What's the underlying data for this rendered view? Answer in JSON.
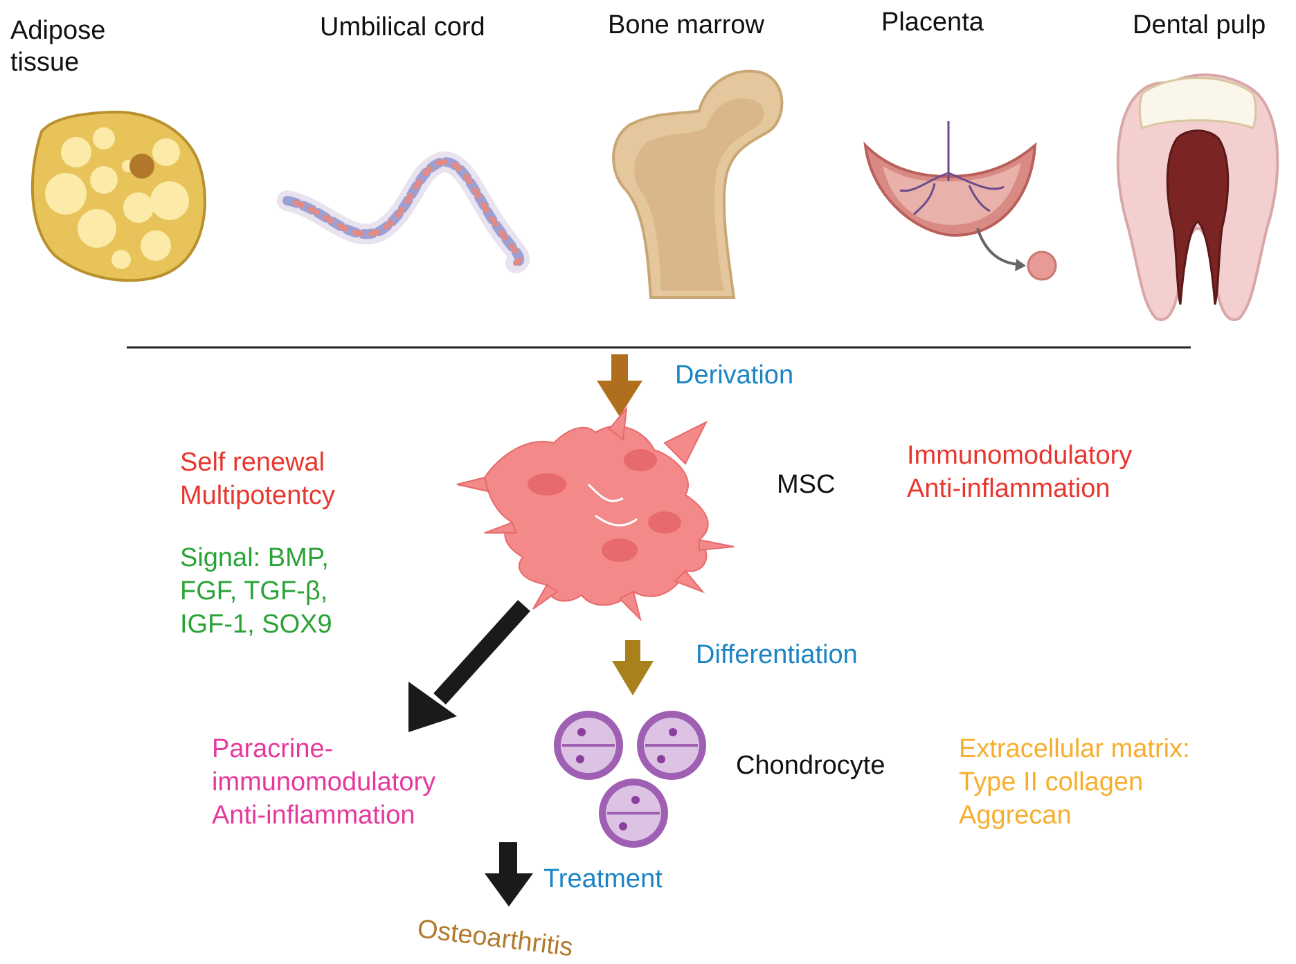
{
  "sources": {
    "adipose": [
      "Adipose",
      "tissue"
    ],
    "umbilical": "Umbilical cord",
    "bone": "Bone marrow",
    "placenta": "Placenta",
    "dental": "Dental pulp"
  },
  "flow": {
    "derivation": "Derivation",
    "differentiation": "Differentiation",
    "treatment": "Treatment"
  },
  "msc": {
    "label": "MSC",
    "left_props": [
      "Self renewal",
      "Multipotentcy"
    ],
    "signals": [
      "Signal: BMP,",
      "FGF, TGF-β,",
      "IGF-1, SOX9"
    ],
    "right_props": [
      "Immunomodulatory",
      "Anti-inflammation"
    ]
  },
  "paracrine": [
    "Paracrine-",
    "immunomodulatory",
    "Anti-inflammation"
  ],
  "chondrocyte": {
    "label": "Chondrocyte",
    "ecm": [
      "Extracellular matrix:",
      "Type II collagen",
      "Aggrecan"
    ]
  },
  "outcome": "Osteoarthritis",
  "colors": {
    "blue_label": "#1a84c4",
    "red_label": "#e8362f",
    "green_label": "#2aa336",
    "pink_label": "#e6389d",
    "orange_label": "#f6ae2d",
    "outcome_label": "#b27a2d",
    "msc_cell": "#f4898a",
    "chondrocyte_cell": "#c59bcf"
  },
  "icons": [
    "adipose-cell-icon",
    "umbilical-cord-icon",
    "femur-bone-icon",
    "placenta-icon",
    "tooth-icon",
    "msc-cells-icon",
    "chondrocytes-icon"
  ]
}
